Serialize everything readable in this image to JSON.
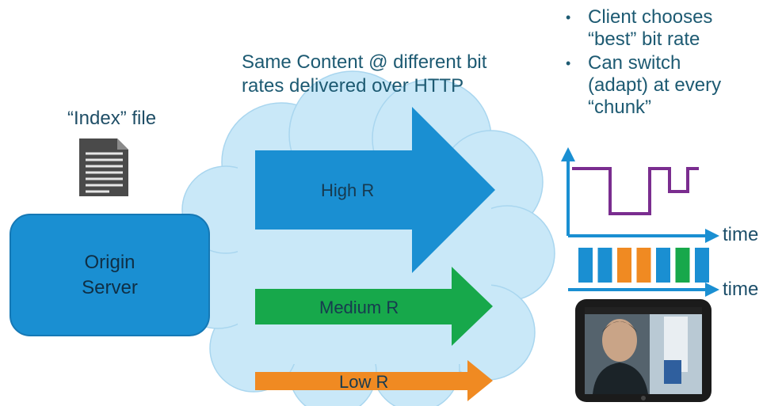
{
  "caption": [
    "Same Content @ different bit",
    "rates delivered over HTTP"
  ],
  "index_label": "“Index” file",
  "server": {
    "lines": [
      "Origin",
      "Server"
    ]
  },
  "streams": [
    {
      "label": "High R",
      "color": "#1a8fd2"
    },
    {
      "label": "Medium R",
      "color": "#17a84b"
    },
    {
      "label": "Low R",
      "color": "#f08a22"
    }
  ],
  "bullets": [
    {
      "lines": [
        "Client chooses",
        "“best” bit rate"
      ]
    },
    {
      "lines": [
        "Can switch",
        "(adapt) at every",
        "“chunk”"
      ]
    }
  ],
  "bitrate_chart": {
    "x_label": "time",
    "levels": [
      "high",
      "low",
      "high",
      "mid",
      "high"
    ],
    "line_color": "#7a2d8f"
  },
  "chunks": {
    "x_label": "time",
    "colors": [
      "#1a8fd2",
      "#1a8fd2",
      "#f08a22",
      "#f08a22",
      "#1a8fd2",
      "#17a84b",
      "#1a8fd2"
    ]
  },
  "colors": {
    "cloud": "#c9e8f8",
    "accent": "#1a8fd2",
    "axis": "#1a8fd2"
  }
}
